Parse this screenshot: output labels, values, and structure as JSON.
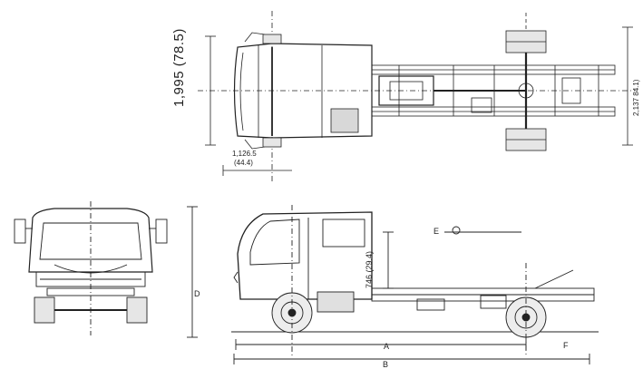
{
  "labels": {
    "overall_width": "1,995  (78.5)",
    "front_overhang": "1,126.5",
    "front_overhang_in": "(44.4)",
    "rear_track": "2,137  84.1)",
    "frame_height": "746 (29.4)",
    "dim_a": "A",
    "dim_b": "B",
    "dim_d": "D",
    "dim_e": "E",
    "dim_f": "F"
  }
}
